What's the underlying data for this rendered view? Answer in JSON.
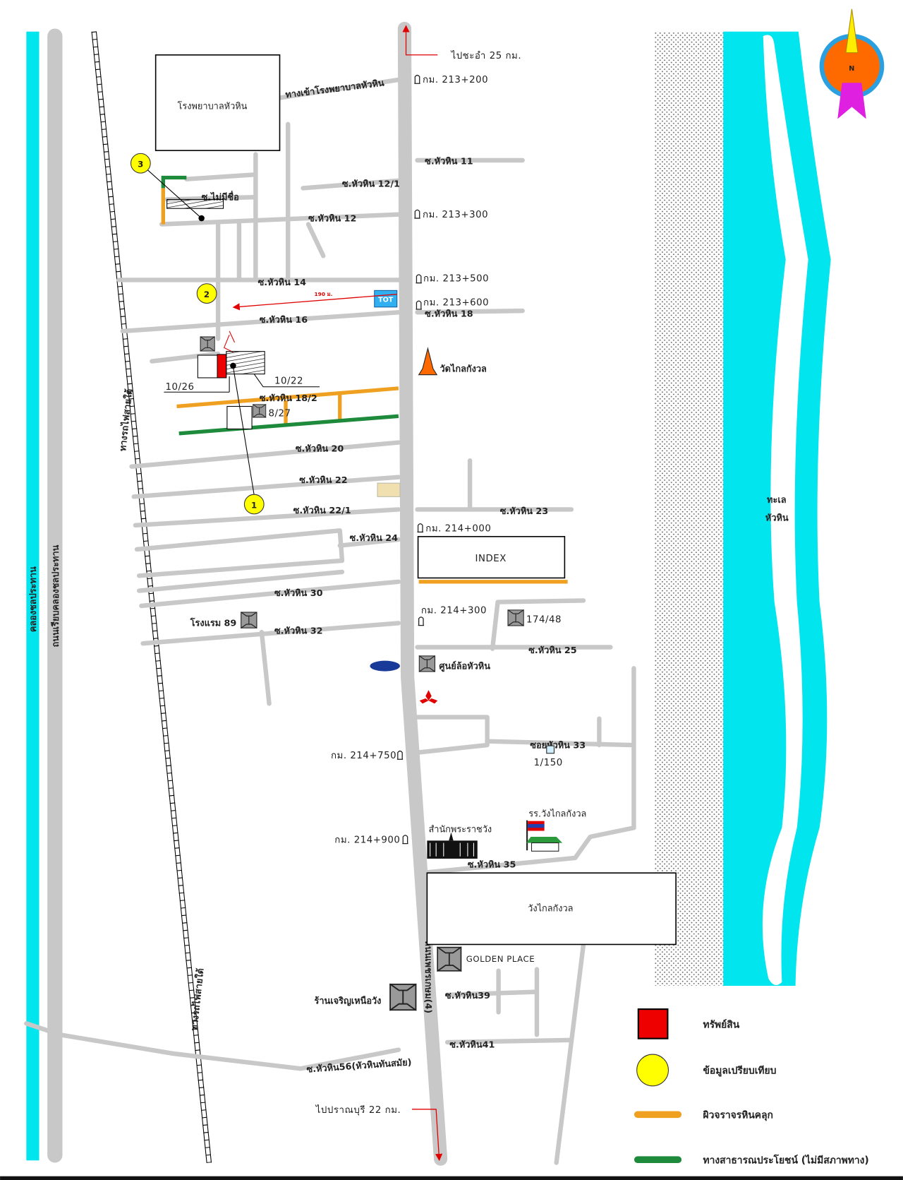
{
  "colors": {
    "canal": "#00e5ee",
    "road": "#c8c8c8",
    "property": "#ee0000",
    "comparison": "#ffff00",
    "paved": "#f0a020",
    "public": "#1e8a3c",
    "arrow": "#e00000"
  },
  "directions": {
    "north": "ไปชะอำ 25 กม.",
    "south": "ไปปราณบุรี 22 กม.",
    "compass": "N"
  },
  "left": {
    "canal": "คลองชลประทาน",
    "canal_road": "ถนนเรียบคลองชลประทาน",
    "railway_1": "ทางรถไฟสายใต้",
    "railway_2": "ทางรถไฟสายใต้"
  },
  "main_road": "ถนนเพชรเกษม(4)",
  "sea": {
    "line1": "ทะเล",
    "line2": "หัวหิน"
  },
  "places": {
    "hospital": "โรงพยาบาลหัวหิน",
    "hospital_entrance": "ทางเข้าโรงพยาบาลหัวหิน",
    "temple": "วัดไกลกังวล",
    "index": "INDEX",
    "hotel": "โรงแรม 89",
    "tyre": "ศูนย์ล้อหัวหิน",
    "office": "สำนักพระราชวัง",
    "school": "รร.วังไกลกังวล",
    "palace": "วังไกลกังวล",
    "golden": "GOLDEN PLACE",
    "shop": "ร้านเจริญเหนือวัง",
    "tot": "TOT"
  },
  "streets": {
    "s11": "ซ.หัวหิน 11",
    "s12_1": "ซ.หัวหิน 12/1",
    "s12": "ซ.หัวหิน 12",
    "noname": "ซ.ไม่มีชื่อ",
    "s14": "ซ.หัวหิน 14",
    "s16": "ซ.หัวหิน 16",
    "s18": "ซ.หัวหิน 18",
    "s18_2": "ซ.หัวหิน 18/2",
    "s20": "ซ.หัวหิน 20",
    "s22": "ซ.หัวหิน 22",
    "s22_1": "ซ.หัวหิน 22/1",
    "s23": "ซ.หัวหิน 23",
    "s24": "ซ.หัวหิน 24",
    "s30": "ซ.หัวหิน 30",
    "s32": "ซ.หัวหิน 32",
    "s25": "ซ.หัวหิน 25",
    "s33": "ซอยหัวหิน 33",
    "s35": "ซ.หัวหิน 35",
    "s39": "ซ.หัวหิน39",
    "s41": "ซ.หัวหิน41",
    "s56": "ซ.หัวหิน56(หัวหินทันสมัย)"
  },
  "km_markers": {
    "k1": "กม. 213+200",
    "k2": "กม. 213+300",
    "k3": "กม. 213+500",
    "k4": "กม. 213+600",
    "k5": "กม. 214+000",
    "k6": "กม. 214+300",
    "k7": "กม. 214+750",
    "k8": "กม. 214+900"
  },
  "addresses": {
    "a1": "10/26",
    "a2": "10/22",
    "a3": "8/27",
    "a4": "174/48",
    "a5": "1/150"
  },
  "distance": "190 ม.",
  "points": {
    "p1": "1",
    "p2": "2",
    "p3": "3"
  },
  "legend": {
    "property": "ทรัพย์สิน",
    "comparison": "ข้อมูลเปรียบเทียบ",
    "paved": "ผิวจราจรหินคลุก",
    "public": "ทางสาธารณประโยชน์ (ไม่มีสภาพทาง)"
  }
}
